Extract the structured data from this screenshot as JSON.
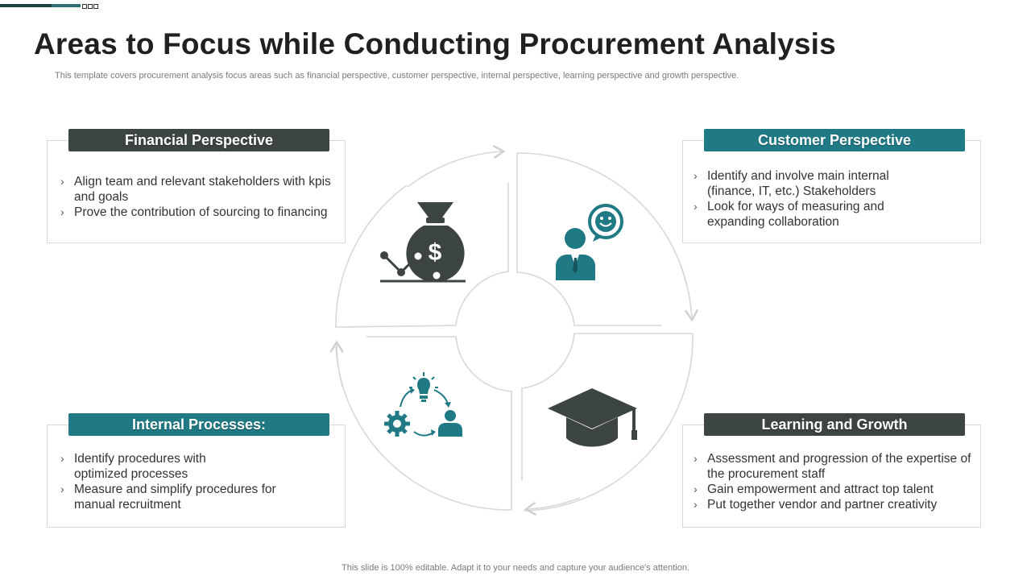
{
  "title": "Areas to Focus while Conducting Procurement Analysis",
  "subtitle": "This template covers procurement analysis focus areas such as  financial perspective, customer perspective, internal perspective, learning perspective and growth perspective.",
  "footer": "This slide is 100% editable. Adapt it to your needs and capture your audience's attention.",
  "colors": {
    "dark": "#3c4540",
    "teal": "#1f7a85"
  },
  "cards": {
    "financial": {
      "header": "Financial Perspective",
      "bullets": [
        "Align team and relevant stakeholders with kpis and goals",
        "Prove the contribution of sourcing to financing"
      ]
    },
    "customer": {
      "header": "Customer Perspective",
      "bullets": [
        "Identify and involve main internal (finance, IT, etc.) Stakeholders",
        "Look for ways of measuring and expanding collaboration"
      ]
    },
    "internal": {
      "header": "Internal Processes:",
      "bullets": [
        "Identify procedures with optimized processes",
        "Measure and simplify procedures for manual recruitment"
      ]
    },
    "learning": {
      "header": "Learning and Growth",
      "bullets": [
        "Assessment and progression of the expertise of the procurement staff",
        "Gain empowerment and attract top talent",
        "Put together vendor and partner creativity"
      ]
    }
  },
  "icons": {
    "financial": "money-bag-icon",
    "customer": "customer-feedback-icon",
    "internal": "process-cycle-icon",
    "learning": "graduation-cap-icon"
  },
  "bullet_marker": "›"
}
